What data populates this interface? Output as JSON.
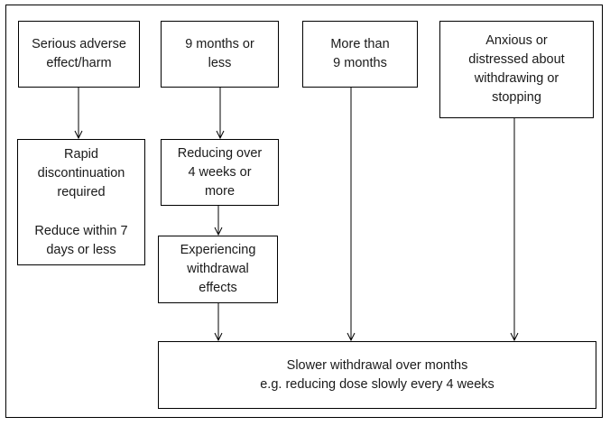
{
  "boxes": {
    "serious": {
      "lines": [
        "Serious adverse",
        "effect/harm"
      ]
    },
    "nine_or_less": {
      "lines": [
        "9 months or",
        "less"
      ]
    },
    "more_than_nine": {
      "lines": [
        "More than",
        "9 months"
      ]
    },
    "anxious": {
      "lines": [
        "Anxious or",
        "distressed about",
        "withdrawing or",
        "stopping"
      ]
    },
    "rapid": {
      "lines": [
        "Rapid",
        "discontinuation",
        "required"
      ],
      "lines2": [
        "Reduce within 7",
        "days or less"
      ]
    },
    "reducing": {
      "lines": [
        "Reducing over",
        "4 weeks or",
        "more"
      ]
    },
    "experiencing": {
      "lines": [
        "Experiencing",
        "withdrawal",
        "effects"
      ]
    },
    "slower": {
      "lines": [
        "Slower withdrawal over months",
        "e.g. reducing dose slowly every 4 weeks"
      ]
    }
  }
}
